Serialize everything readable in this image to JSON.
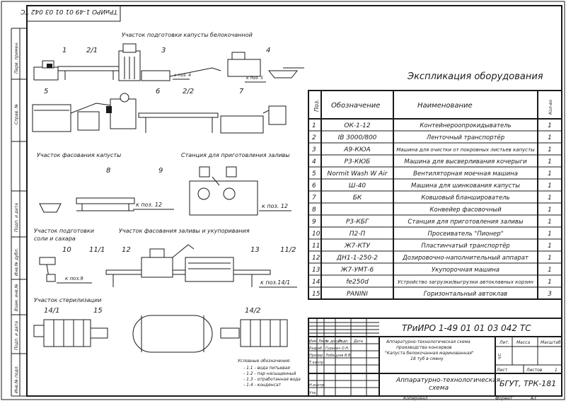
{
  "code_mirror": "ТРиИРО 1-49 01 01 03 042 ТС",
  "side_labels": [
    "Перв. примен.",
    "Справ. №",
    "Подп. и дата",
    "Инв.№ дубл.",
    "Взам. инв.№",
    "Подп. и дата",
    "Инв.№ подл."
  ],
  "sections": {
    "cabbage_prep": "Участок подготовки капусты белокочанной",
    "cabbage_pack": "Участок фасования капусты",
    "filling_station": "Станция для приготовления заливы",
    "salt_prep_1": "Участок подготовки",
    "salt_prep_2": "соли и сахара",
    "fill_pack": "Участок фасования заливы и укупоривания",
    "sterilization": "Участок стерилизации"
  },
  "pos_labels": [
    "1",
    "2/1",
    "3",
    "4",
    "5",
    "6",
    "2/2",
    "7",
    "8",
    "9",
    "10",
    "11/1",
    "12",
    "13",
    "11/2",
    "14/1",
    "15",
    "14/2"
  ],
  "arrows": {
    "k_poz4": "к поз. 4",
    "k_poz5": "к поз. 5",
    "k_poz12_a": "к поз. 12",
    "k_poz12_b": "к поз. 12",
    "k_poz9": "к поз.9",
    "k_poz141": "к поз.14/1"
  },
  "legend": {
    "title": "Условные обозначения:",
    "items": [
      "- 1.1 - вода питьевая",
      "- 1.2 - пар насыщенный",
      "- 1.3 - отработанная вода",
      "- 1.4 - конденсат"
    ]
  },
  "explication": {
    "title": "Экспликация оборудования",
    "headers": {
      "pos": "Поз.",
      "designation": "Обозначение",
      "name": "Наименование",
      "qty": "Кол-во"
    },
    "rows": [
      {
        "pos": "1",
        "des": "ОК-1-12",
        "name": "Контейнероопрокидыватель",
        "qty": "1"
      },
      {
        "pos": "2",
        "des": "IB 3000/800",
        "name": "Ленточный транспортёр",
        "qty": "1"
      },
      {
        "pos": "3",
        "des": "А9-КЮА",
        "name": "Машина для очистки от покровных листьев капусты",
        "qty": "1"
      },
      {
        "pos": "4",
        "des": "Р3-КЮБ",
        "name": "Машина для высверливания кочерыги",
        "qty": "1"
      },
      {
        "pos": "5",
        "des": "Normit Wash W Air",
        "name": "Вентиляторная моечная машина",
        "qty": "1"
      },
      {
        "pos": "6",
        "des": "Ш-40",
        "name": "Машина для шинкования капусты",
        "qty": "1"
      },
      {
        "pos": "7",
        "des": "БК",
        "name": "Ковшовый бланширователь",
        "qty": "1"
      },
      {
        "pos": "8",
        "des": "",
        "name": "Конвейер фасовочный",
        "qty": "1"
      },
      {
        "pos": "9",
        "des": "Р3-КБГ",
        "name": "Станция для приготовления заливы",
        "qty": "1"
      },
      {
        "pos": "10",
        "des": "П2-П",
        "name": "Просеиватель \"Пионер\"",
        "qty": "1"
      },
      {
        "pos": "11",
        "des": "Ж7-КТУ",
        "name": "Пластинчатый транспортёр",
        "qty": "1"
      },
      {
        "pos": "12",
        "des": "ДН1-1-250-2",
        "name": "Дозировочно-наполнительный аппарат",
        "qty": "1"
      },
      {
        "pos": "13",
        "des": "Ж7-УМТ-6",
        "name": "Укупорочная машина",
        "qty": "1"
      },
      {
        "pos": "14",
        "des": "fe250d",
        "name": "Устройство загрузки/выгрузки автоклавных корзин",
        "qty": "1"
      },
      {
        "pos": "15",
        "des": "PANINI",
        "name": "Горизонтальный автоклав",
        "qty": "3"
      }
    ]
  },
  "title_block": {
    "code": "ТРиИРО 1-49 01 01 03 042 ТС",
    "desc_1": "Аппаратурно-технологическая схема",
    "desc_2": "производства консервов",
    "desc_3": "\"Капуста белокочанная маринованная\"",
    "desc_4": "18 туб в смену",
    "lit": "Лит.",
    "mass": "Масса",
    "scale": "Масштаб",
    "sheet": "Лист",
    "sheets": "Листов",
    "sheets_val": "1",
    "sch": "Ч/С",
    "cols": [
      "Изм",
      "Лист",
      "№ докум.",
      "Подп.",
      "Дата"
    ],
    "roles": [
      "Разраб.",
      "Провер.",
      "Т.контр.",
      "",
      "Н.контр.",
      "Утв."
    ],
    "names": [
      "Гуревич О.Н.",
      "Лобацуев В.В.",
      "",
      "",
      "",
      ""
    ],
    "doc_title_1": "Аппаратурно-технологическая",
    "doc_title_2": "схема",
    "org": "БГУТ, ТРК-181",
    "copied": "Копировал",
    "format": "Формат",
    "format_val": "А3"
  }
}
